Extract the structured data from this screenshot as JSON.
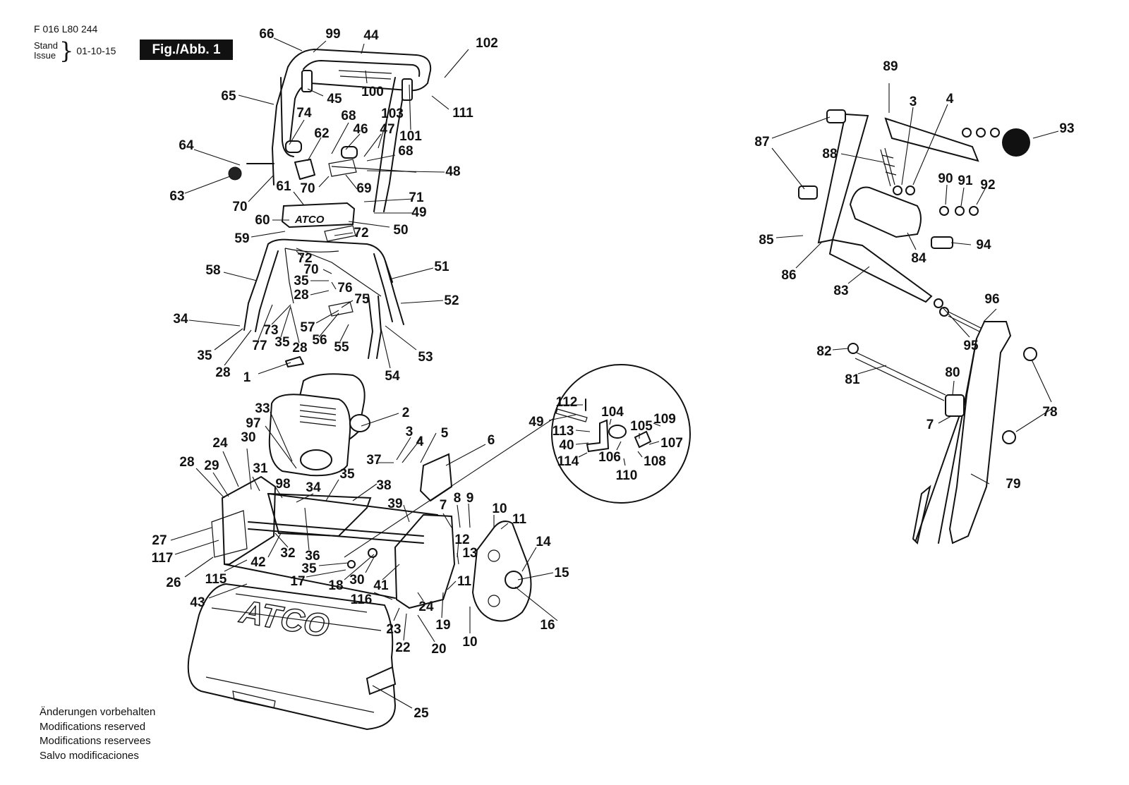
{
  "header": {
    "doc_number": "F 016 L80 244",
    "stand_label": "Stand",
    "issue_label": "Issue",
    "date": "01-10-15",
    "figure_label": "Fig./Abb. 1"
  },
  "footer": {
    "notes": [
      "Änderungen vorbehalten",
      "Modifications reserved",
      "Modifications reservees",
      "Salvo modificaciones"
    ]
  },
  "drawing": {
    "brand_decal": "ATCO"
  },
  "part_labels": {
    "l66": "66",
    "l99": "99",
    "l44": "44",
    "l102": "102",
    "l65": "65",
    "l45": "45",
    "l100": "100",
    "l111": "111",
    "l74": "74",
    "l68a": "68",
    "l103": "103",
    "l46": "46",
    "l47": "47",
    "l101": "101",
    "l62": "62",
    "l64": "64",
    "l68b": "68",
    "l48": "48",
    "l63": "63",
    "l61": "61",
    "l70a": "70",
    "l69": "69",
    "l71": "71",
    "l70b": "70",
    "l49a": "49",
    "l60": "60",
    "l50": "50",
    "l59": "59",
    "l72a": "72",
    "l72b": "72",
    "l58": "58",
    "l70c": "70",
    "l51": "51",
    "l35a": "35",
    "l76": "76",
    "l28a": "28",
    "l75": "75",
    "l52": "52",
    "l34a": "34",
    "l73": "73",
    "l57": "57",
    "l77": "77",
    "l35b": "35",
    "l28b": "28",
    "l56": "56",
    "l55": "55",
    "l53": "53",
    "l35c": "35",
    "l28c": "28",
    "l1": "1",
    "l54": "54",
    "l33": "33",
    "l2": "2",
    "l97": "97",
    "l3a": "3",
    "l5": "5",
    "l24a": "24",
    "l30a": "30",
    "l4a": "4",
    "l6": "6",
    "l28d": "28",
    "l29": "29",
    "l31": "31",
    "l37": "37",
    "l98": "98",
    "l34b": "34",
    "l35d": "35",
    "l38": "38",
    "l39": "39",
    "l7a": "7",
    "l8": "8",
    "l9": "9",
    "l10a": "10",
    "l11a": "11",
    "l27": "27",
    "l117": "117",
    "l36": "36",
    "l32": "32",
    "l42": "42",
    "l12": "12",
    "l14": "14",
    "l13": "13",
    "l35e": "35",
    "l26": "26",
    "l115": "115",
    "l17": "17",
    "l18": "18",
    "l30b": "30",
    "l41": "41",
    "l15": "15",
    "l11b": "11",
    "l43": "43",
    "l116": "116",
    "l24b": "24",
    "l16": "16",
    "l23": "23",
    "l19": "19",
    "l22": "22",
    "l20": "20",
    "l10b": "10",
    "l25": "25",
    "l112": "112",
    "l104": "104",
    "l49b": "49",
    "l109": "109",
    "l113": "113",
    "l105": "105",
    "l40": "40",
    "l107": "107",
    "l114": "114",
    "l106": "106",
    "l108": "108",
    "l110": "110",
    "l89": "89",
    "l3b": "3",
    "l4b": "4",
    "l93": "93",
    "l87": "87",
    "l88": "88",
    "l90": "90",
    "l91": "91",
    "l92": "92",
    "l85": "85",
    "l94": "94",
    "l86": "86",
    "l84": "84",
    "l83": "83",
    "l96": "96",
    "l95": "95",
    "l82": "82",
    "l81": "81",
    "l80": "80",
    "l7b": "7",
    "l78": "78",
    "l79": "79"
  }
}
